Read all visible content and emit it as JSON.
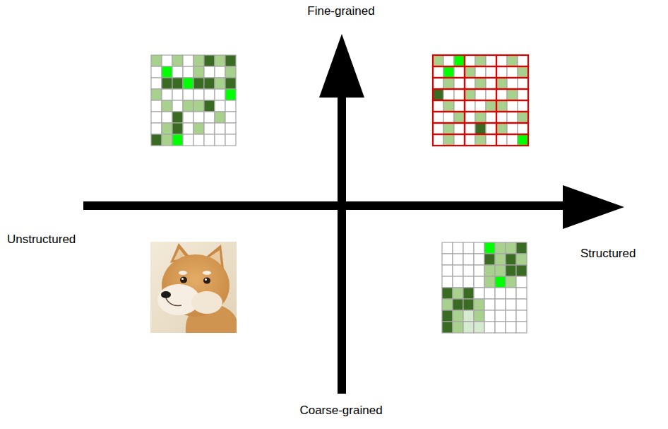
{
  "diagram": {
    "labels": [
      "Fine-grained",
      "Unstructured",
      "Structured",
      "Coarse-grained"
    ]
  }
}
